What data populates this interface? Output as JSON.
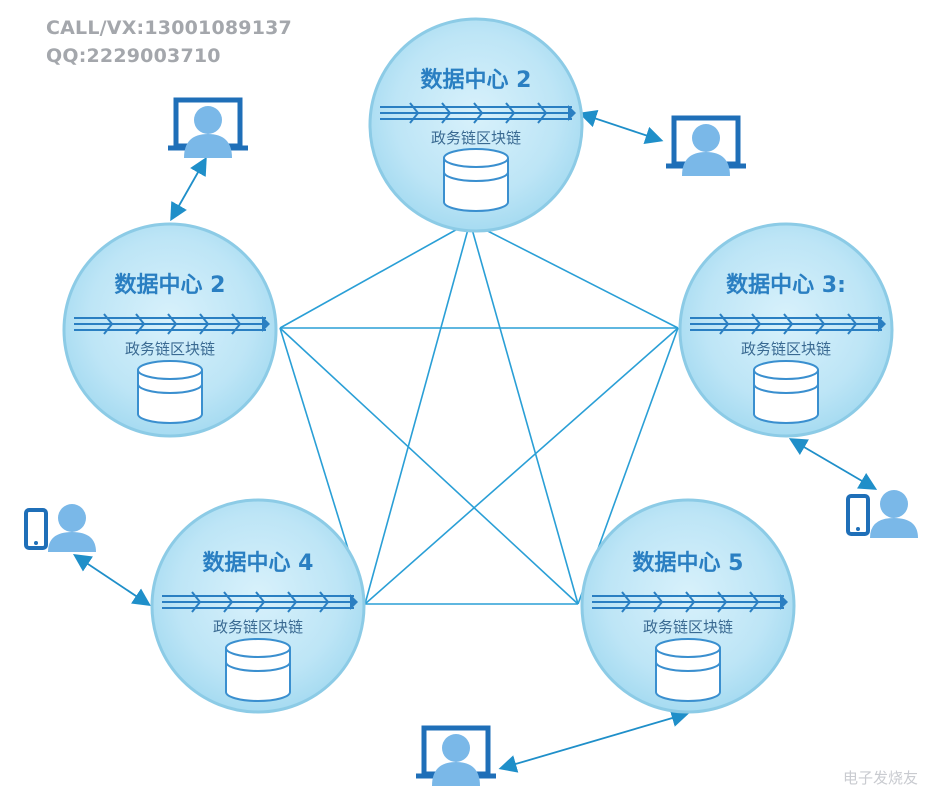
{
  "contact": {
    "call": "CALL/VX:13001089137",
    "qq": "QQ:2229003710"
  },
  "watermark": "电子发烧友",
  "nodes": [
    {
      "id": "top",
      "title": "数据中心 2",
      "subtitle": "政务链区块链"
    },
    {
      "id": "upper-left",
      "title": "数据中心 2",
      "subtitle": "政务链区块链"
    },
    {
      "id": "upper-right",
      "title": "数据中心 3:",
      "subtitle": "政务链区块链"
    },
    {
      "id": "lower-left",
      "title": "数据中心 4",
      "subtitle": "政务链区块链"
    },
    {
      "id": "lower-right",
      "title": "数据中心 5",
      "subtitle": "政务链区块链"
    }
  ],
  "icons": [
    {
      "id": "user-monitor-icon"
    },
    {
      "id": "user-phone-icon"
    }
  ],
  "colors": {
    "node_fill": "#bfe6f7",
    "node_stroke": "#8ccbe6",
    "link": "#2a9fd6",
    "arrow": "#1f8fc9",
    "user": "#7ab8e8",
    "device": "#1f6fb8"
  }
}
